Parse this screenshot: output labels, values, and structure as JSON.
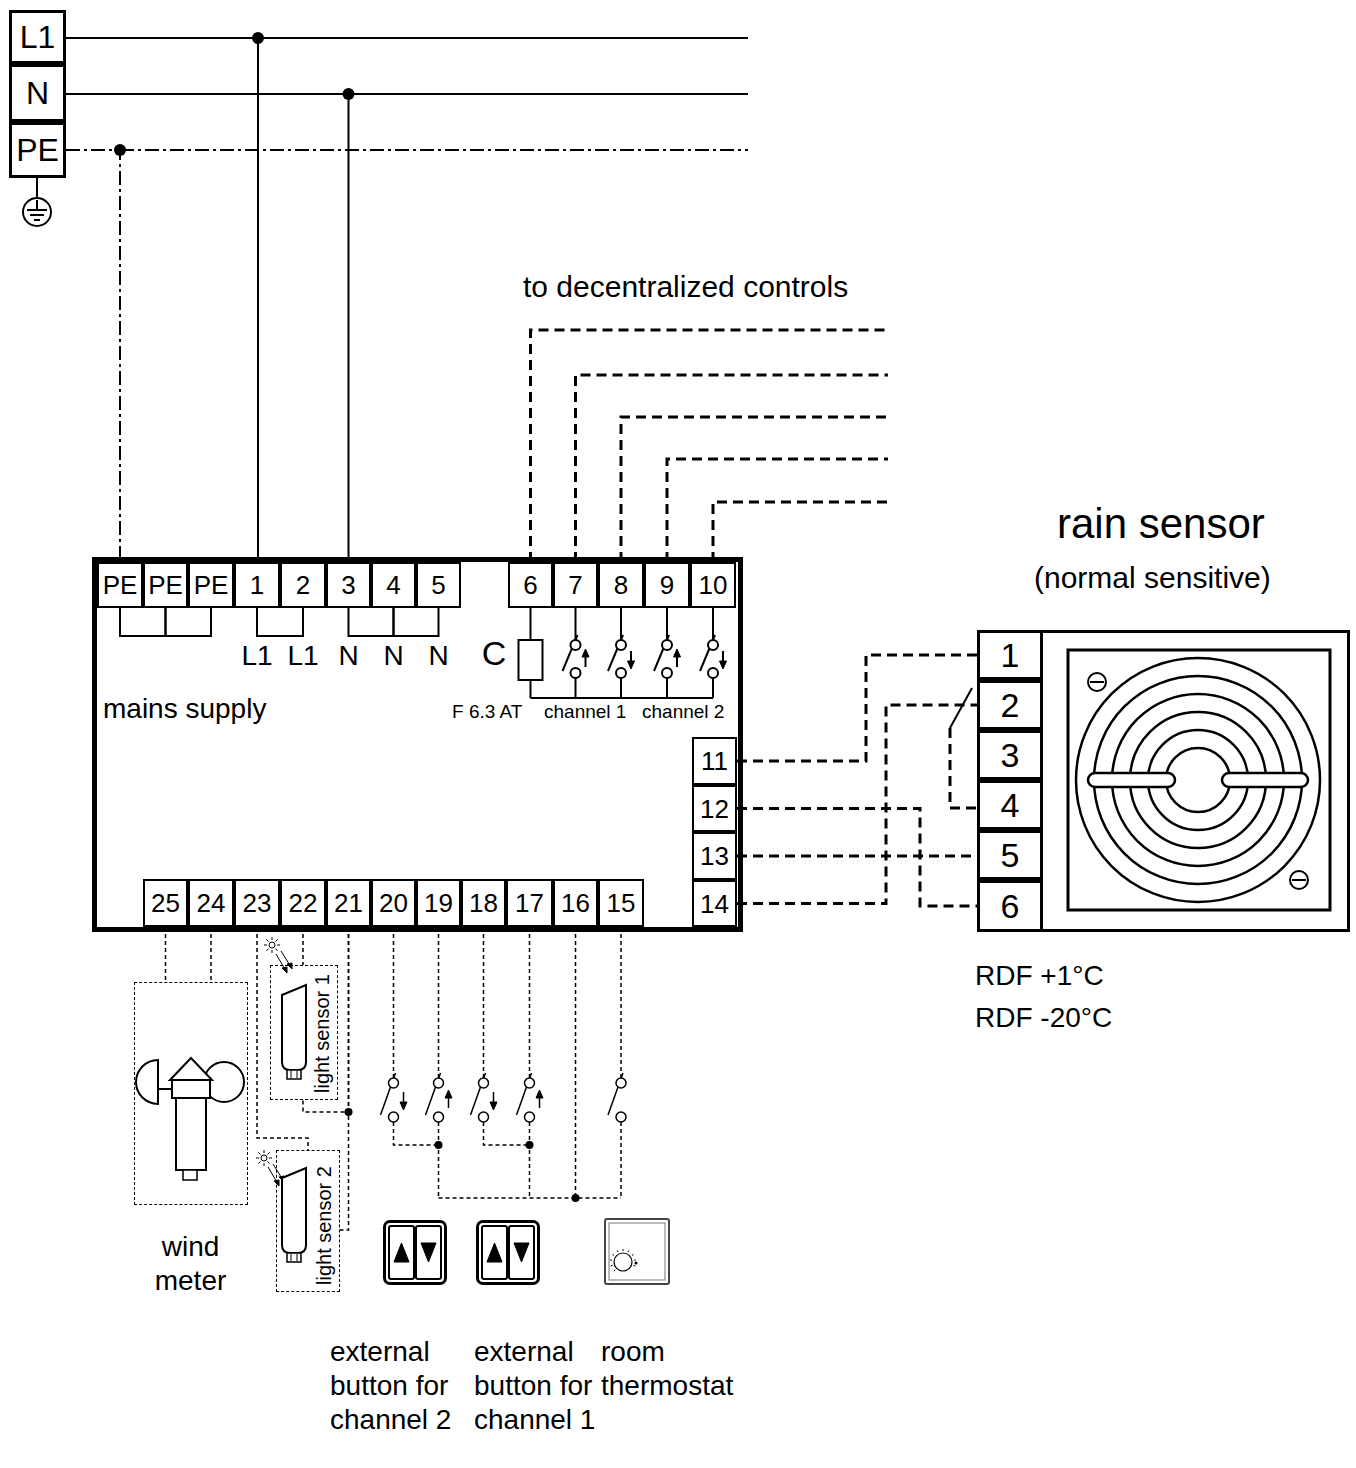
{
  "diagram": {
    "nodes": [
      {
        "text": [
          "L1"
        ]
      },
      {
        "text": [
          "N"
        ]
      },
      {
        "text": [
          "PE"
        ]
      },
      {
        "text": [
          "mains supply"
        ]
      },
      {
        "text": [
          "PE"
        ],
        "in": 3
      },
      {
        "text": [
          "PE"
        ],
        "in": 3
      },
      {
        "text": [
          "PE"
        ],
        "in": 3
      },
      {
        "text": [
          "1"
        ],
        "in": 3
      },
      {
        "text": [
          "2"
        ],
        "in": 3
      },
      {
        "text": [
          "3"
        ],
        "in": 3
      },
      {
        "text": [
          "4"
        ],
        "in": 3
      },
      {
        "text": [
          "5"
        ],
        "in": 3
      },
      {
        "text": [
          "6"
        ],
        "in": 3
      },
      {
        "text": [
          "7"
        ],
        "in": 3
      },
      {
        "text": [
          "8"
        ],
        "in": 3
      },
      {
        "text": [
          "9"
        ],
        "in": 3
      },
      {
        "text": [
          "10"
        ],
        "in": 3
      },
      {
        "text": [
          "11"
        ],
        "in": 3
      },
      {
        "text": [
          "12"
        ],
        "in": 3
      },
      {
        "text": [
          "13"
        ],
        "in": 3
      },
      {
        "text": [
          "14"
        ],
        "in": 3
      },
      {
        "text": [
          "25"
        ],
        "in": 3
      },
      {
        "text": [
          "24"
        ],
        "in": 3
      },
      {
        "text": [
          "23"
        ],
        "in": 3
      },
      {
        "text": [
          "22"
        ],
        "in": 3
      },
      {
        "text": [
          "21"
        ],
        "in": 3
      },
      {
        "text": [
          "20"
        ],
        "in": 3
      },
      {
        "text": [
          "19"
        ],
        "in": 3
      },
      {
        "text": [
          "18"
        ],
        "in": 3
      },
      {
        "text": [
          "17"
        ],
        "in": 3
      },
      {
        "text": [
          "16"
        ],
        "in": 3
      },
      {
        "text": [
          "15"
        ],
        "in": 3
      },
      {
        "text": [
          "rain sensor",
          "(normal sensitive)"
        ]
      },
      {
        "text": [
          "1"
        ],
        "in": 32
      },
      {
        "text": [
          "2"
        ],
        "in": 32
      },
      {
        "text": [
          "3"
        ],
        "in": 32
      },
      {
        "text": [
          "4"
        ],
        "in": 32
      },
      {
        "text": [
          "5"
        ],
        "in": 32
      },
      {
        "text": [
          "6"
        ],
        "in": 32
      },
      {
        "text": [
          "wind meter"
        ]
      },
      {
        "text": [
          "light sensor 1"
        ]
      },
      {
        "text": [
          "light sensor 2"
        ]
      },
      {
        "text": [
          "external button for channel 2"
        ]
      },
      {
        "text": [
          "external button for channel 1"
        ]
      },
      {
        "text": [
          "room thermostat"
        ]
      }
    ],
    "edges": [
      {
        "from": 0,
        "to": 7,
        "arrow": "none"
      },
      {
        "from": 1,
        "to": 9,
        "arrow": "none"
      },
      {
        "from": 2,
        "to": 4,
        "arrow": "none"
      },
      {
        "from": 4,
        "to": 5,
        "arrow": "none"
      },
      {
        "from": 5,
        "to": 6,
        "arrow": "none"
      },
      {
        "from": 7,
        "to": 8,
        "arrow": "none"
      },
      {
        "from": 9,
        "to": 10,
        "arrow": "none"
      },
      {
        "from": 10,
        "to": 11,
        "arrow": "none"
      },
      {
        "from": 17,
        "to": 33,
        "arrow": "none"
      },
      {
        "from": 18,
        "to": 38,
        "arrow": "none"
      },
      {
        "from": 19,
        "to": 37,
        "arrow": "none"
      },
      {
        "from": 20,
        "to": 34,
        "arrow": "none"
      },
      {
        "from": 21,
        "to": 39,
        "arrow": "none"
      },
      {
        "from": 22,
        "to": 39,
        "arrow": "none"
      },
      {
        "from": 24,
        "to": 40,
        "arrow": "none"
      },
      {
        "from": 25,
        "to": 40,
        "arrow": "none"
      },
      {
        "from": 25,
        "to": 41,
        "arrow": "none"
      },
      {
        "from": 23,
        "to": 41,
        "arrow": "none"
      }
    ],
    "labels": [
      "to decentralized controls",
      "L1",
      "L1",
      "N",
      "N",
      "N",
      "C",
      "F 6.3 AT",
      "channel 1",
      "channel 2",
      "RDF +1°C",
      "RDF -20°C"
    ]
  }
}
